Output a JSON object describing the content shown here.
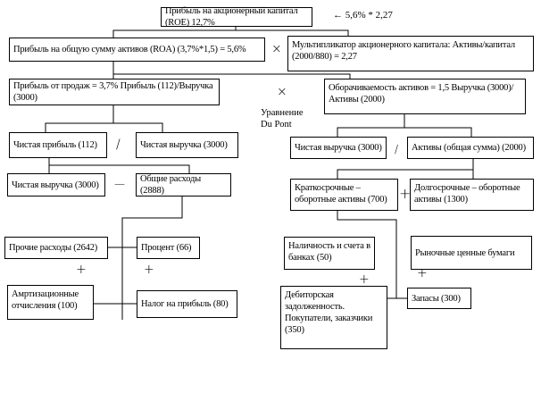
{
  "title": "Уравнение Du Pont",
  "nodes": {
    "roe": "Прибыль на акционерный капитал (ROE) 12,7%",
    "roe_formula": "← 5,6% * 2,27",
    "roa": "Прибыль на общую сумму активов (ROA) (3,7%*1,5) = 5,6%",
    "equity_multiplier": "Мультипликатор акционерного капитала: Активы/капитал (2000/880) = 2,27",
    "sales_margin": "Прибыль от продаж = 3,7% Прибыль (112)/Выручка (3000)",
    "asset_turnover": "Оборачиваемость активов = 1,5 Выручка (3000)/Активы (2000)",
    "dupont_label_line1": "Уравнение",
    "dupont_label_line2": "Du Pont",
    "net_profit": "Чистая прибыль (112)",
    "net_revenue_left": "Чистая выручка (3000)",
    "net_revenue_right": "Чистая выручка (3000)",
    "total_assets": "Активы (общая сумма) (2000)",
    "net_revenue_sub": "Чистая выручка (3000)",
    "total_costs": "Общие расходы (2888)",
    "current_assets": "Краткосрочные – оборотные активы (700)",
    "long_term_assets": "Долгосрочные – оборотные активы (1300)",
    "other_costs": "Прочие расходы (2642)",
    "interest": "Процент (66)",
    "depreciation": "Амртизационные отчисления (100)",
    "income_tax": "Налог на прибыль (80)",
    "cash": "Наличность и счета в банках (50)",
    "securities": "Рыночные ценные бумаги",
    "receivables": "Дебиторская задолженность. Покупатели, заказчики (350)",
    "inventory": "Запасы (300)"
  },
  "operators": {
    "multiply": "×",
    "divide": "/",
    "minus": "—",
    "plus": "+"
  }
}
